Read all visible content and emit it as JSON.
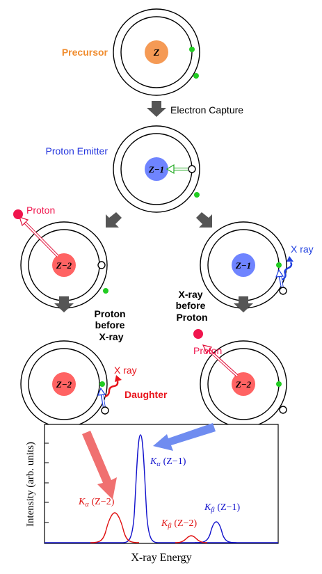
{
  "colors": {
    "precursor": "#f08c2e",
    "nucleus_orange": "#f59a55",
    "emitter_blue": "#2233dd",
    "nucleus_blue": "#6f84ff",
    "proton_red": "#f0154d",
    "nucleus_red": "#ff6363",
    "xray_red": "#e8131b",
    "xray_blue": "#1f3fe0",
    "electron_green": "#22cc22",
    "process_arrow": "#555555",
    "spectrum_blue": "#1010cc",
    "spectrum_red": "#e01010",
    "pointer_blue": "#6f8cf0",
    "pointer_red": "#f07070"
  },
  "labels": {
    "precursor": "Precursor",
    "electron_capture": "Electron Capture",
    "proton_emitter": "Proton Emitter",
    "proton_left": "Proton",
    "proton_right": "Proton",
    "xray_right": "X ray",
    "xray_left": "X ray",
    "daughter": "Daughter",
    "proton_before_xray": [
      "Proton",
      "before",
      "X-ray"
    ],
    "xray_before_proton": [
      "X-ray",
      "before",
      "Proton"
    ]
  },
  "nuclei": {
    "precursor": "Z",
    "emitter": "Z−1",
    "left_mid": "Z−2",
    "right_mid": "Z−1",
    "left_bottom": "Z−2",
    "right_bottom": "Z−2"
  },
  "spectrum": {
    "xlabel": "X-ray Energy",
    "ylabel": "Intensity (arb. units)",
    "peaks": {
      "ka_z1": {
        "sym": "K",
        "sub": "α",
        "arg": "(Z−1)"
      },
      "ka_z2": {
        "sym": "K",
        "sub": "α",
        "arg": "(Z−2)"
      },
      "kb_z2": {
        "sym": "K",
        "sub": "β",
        "arg": "(Z−2)"
      },
      "kb_z1": {
        "sym": "K",
        "sub": "β",
        "arg": "(Z−1)"
      }
    }
  }
}
